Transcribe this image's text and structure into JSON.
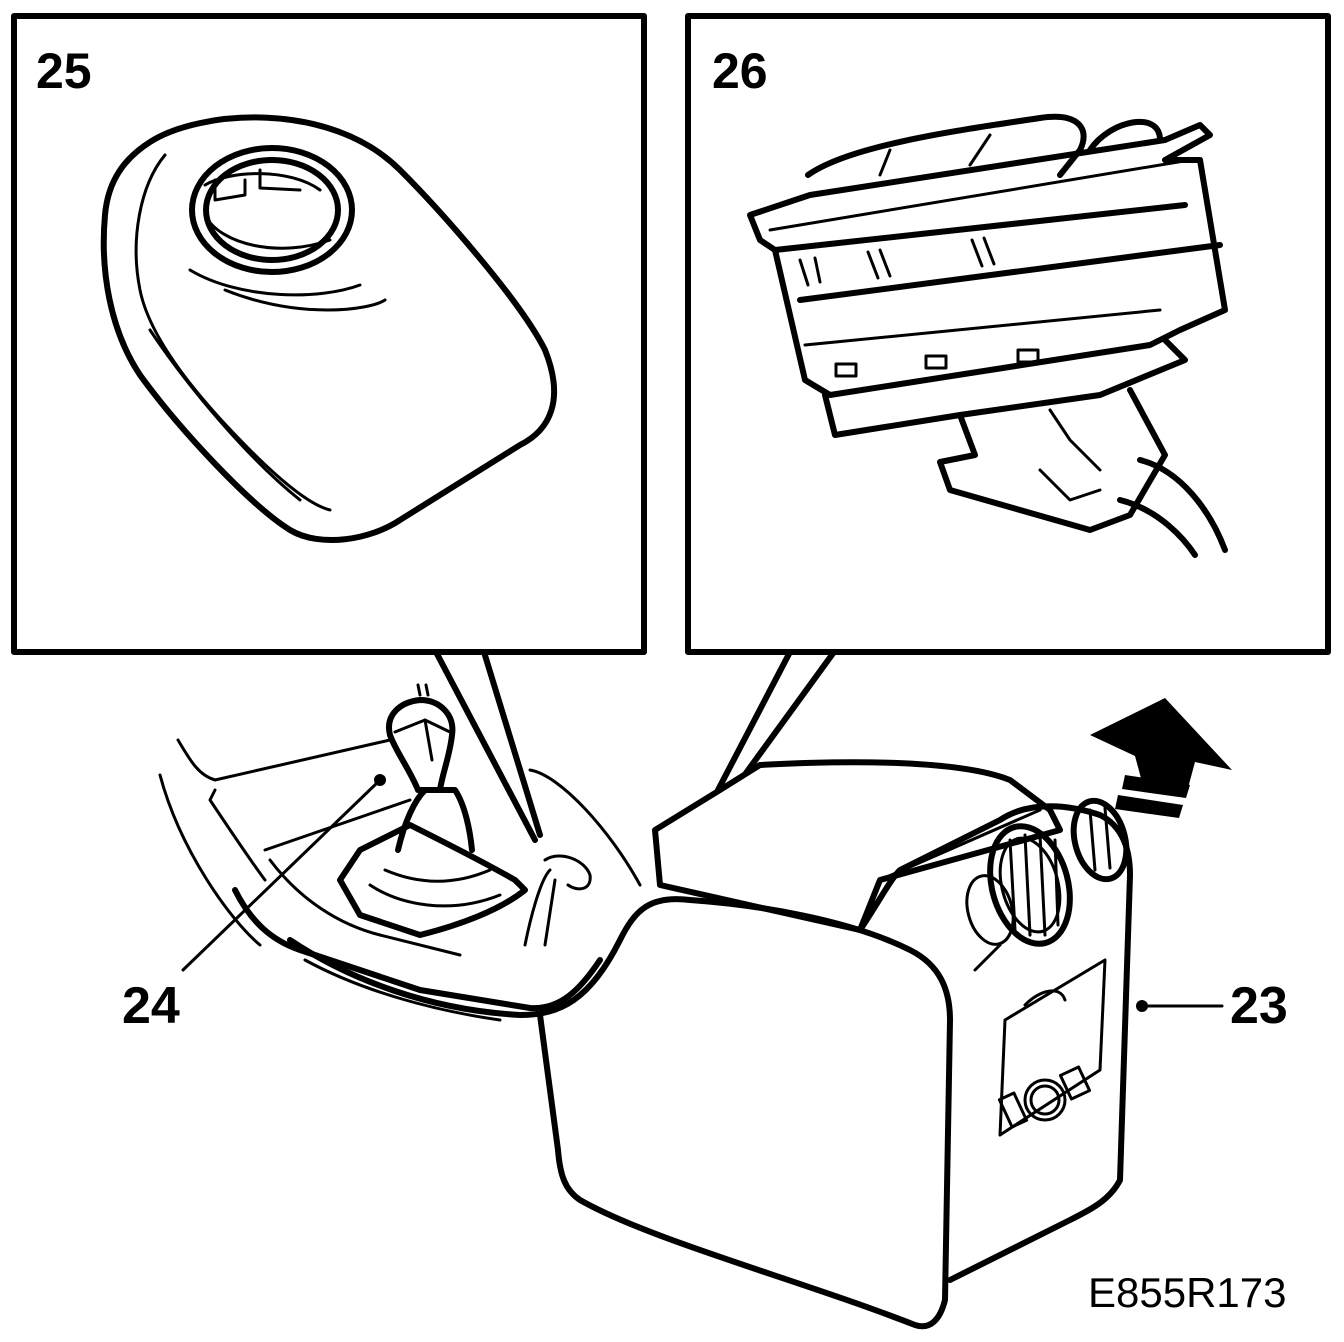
{
  "callouts": {
    "detail_left": "25",
    "detail_right": "26",
    "gear_lever": "24",
    "console": "23"
  },
  "figure_code": "E855R173",
  "colors": {
    "line": "#000000",
    "background": "#ffffff"
  }
}
